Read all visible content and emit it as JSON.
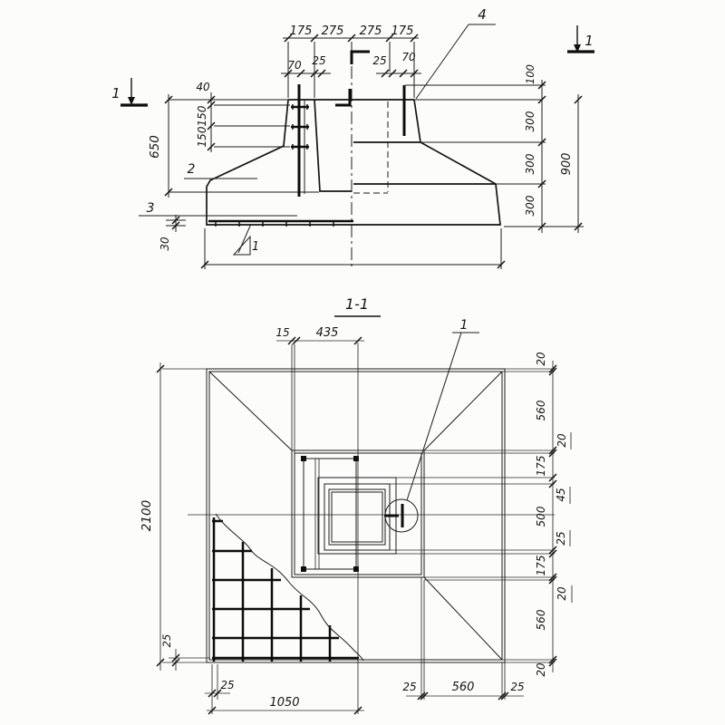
{
  "drawing": {
    "type": "foundation detail drawing",
    "elevation": {
      "top_chain": [
        "175",
        "275",
        "275",
        "175"
      ],
      "offsets": [
        "70",
        "25",
        "25",
        "70"
      ],
      "left": [
        "40",
        "150",
        "150",
        "650",
        "30"
      ],
      "right": [
        "100",
        "300",
        "300",
        "300",
        "900"
      ],
      "items": {
        "i1": "1",
        "i2": "2",
        "i3": "3",
        "i4": "4"
      },
      "section_mark": "1"
    },
    "plan": {
      "title": "1-1",
      "top": [
        "15",
        "435"
      ],
      "left": [
        "2100",
        "25"
      ],
      "right": [
        "20",
        "560",
        "20",
        "175",
        "45",
        "500",
        "25",
        "175",
        "20",
        "560",
        "20"
      ],
      "bottom": [
        "25",
        "1050",
        "25",
        "560",
        "25"
      ],
      "item1": "1"
    }
  }
}
